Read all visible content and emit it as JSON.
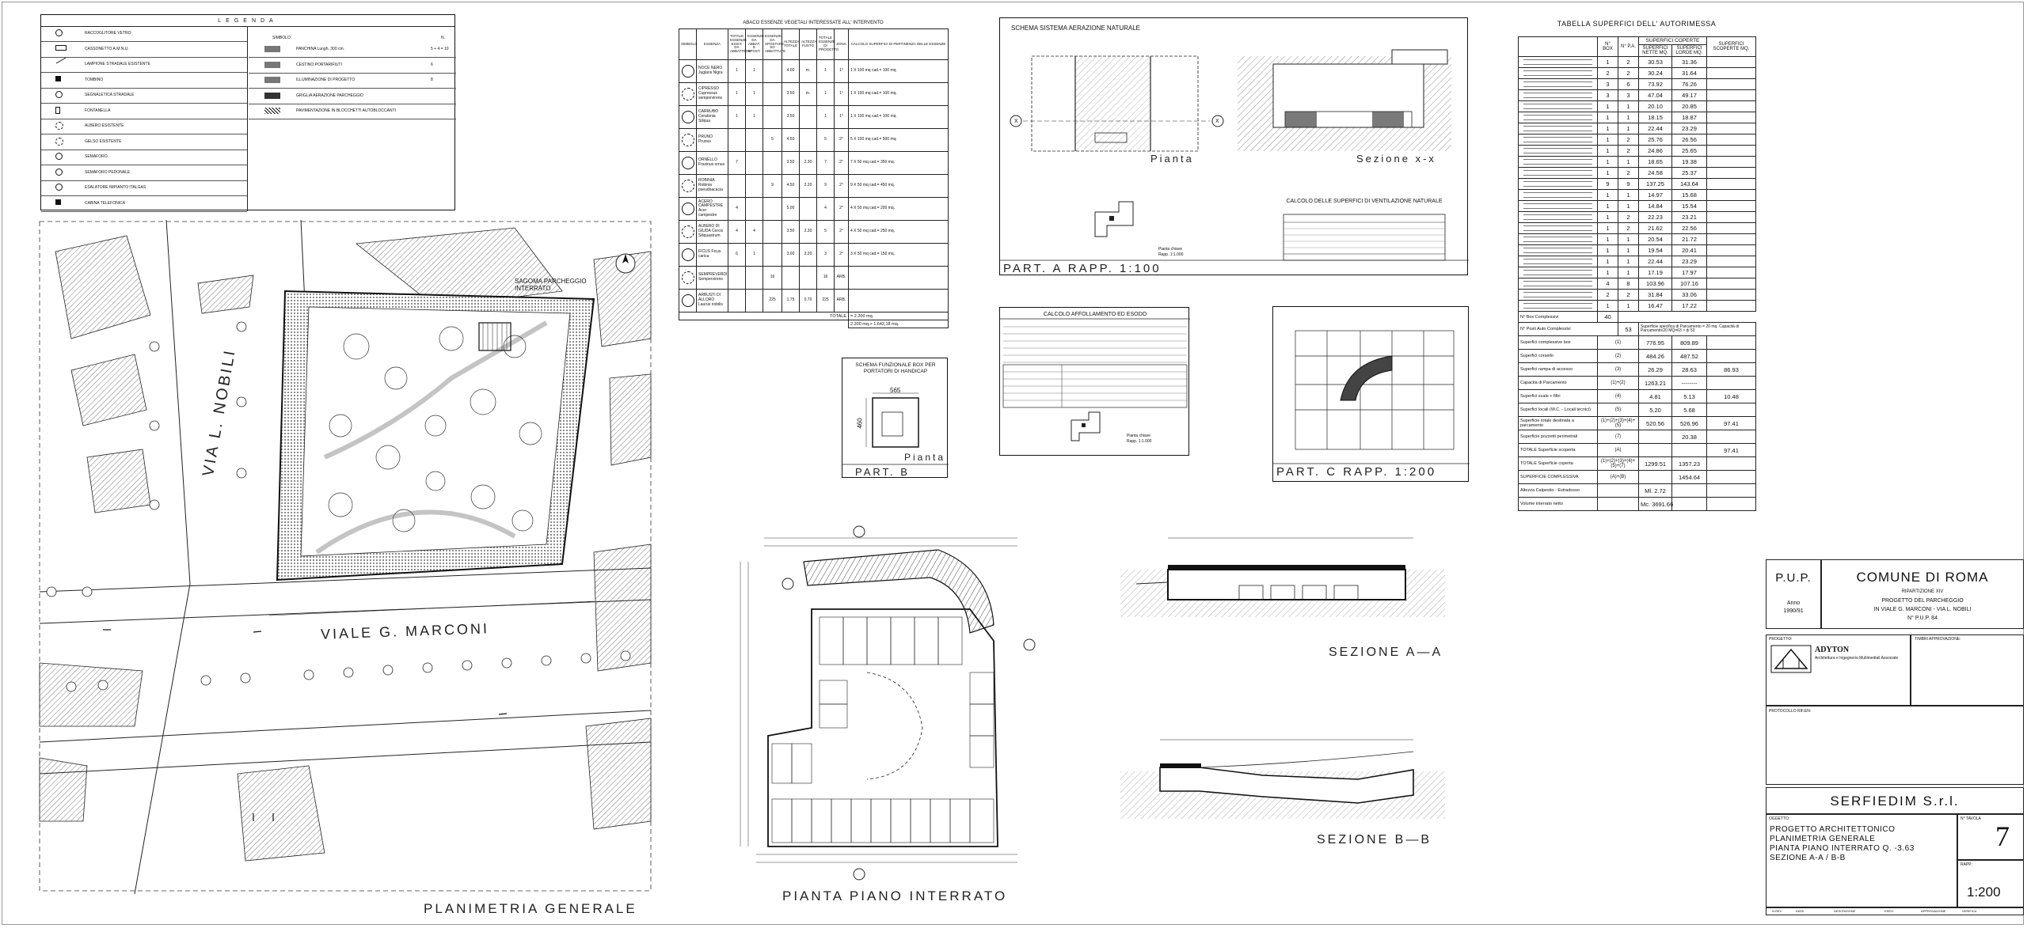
{
  "legend": {
    "title": "LEGENDA",
    "left_items": [
      {
        "icon": "circle",
        "label": "RACCOGLITORE VETRO"
      },
      {
        "icon": "rect",
        "label": "CASSONETTO A.M.N.U."
      },
      {
        "icon": "lamp",
        "label": "LAMPIONE STRADALE ESISTENTE"
      },
      {
        "icon": "square",
        "label": "TOMBINO"
      },
      {
        "icon": "sign",
        "label": "SEGNALETICA STRADALE"
      },
      {
        "icon": "fountain",
        "label": "FONTANELLA"
      },
      {
        "icon": "tree",
        "label": "ALBERO ESISTENTE"
      },
      {
        "icon": "tree",
        "label": "GELSO ESISTENTE"
      },
      {
        "icon": "circle",
        "label": "SEMAFORO"
      },
      {
        "icon": "sign",
        "label": "SEMAFORO PEDONALE"
      },
      {
        "icon": "circle",
        "label": "ESALATORE IMPIANTO ITALGAS"
      },
      {
        "icon": "square",
        "label": "CABINA TELEFONICA"
      }
    ],
    "right_header": {
      "symbol": "SIMBOLO",
      "count": "N."
    },
    "right_items": [
      {
        "label": "PANCHINA Lungh. 300 cm.",
        "count": "5 + 4 = 10"
      },
      {
        "label": "CESTINO PORTARIFIUTI",
        "count": "6"
      },
      {
        "label": "ILLUMINAZIONE DI PROGETTO",
        "count": "8"
      },
      {
        "label": "GRIGLIA AERAZIONE PARCHEGGIO",
        "count": ""
      },
      {
        "label": "PAVIMENTAZIONE IN BLOCCHETTI AUTOBLOCCANTI",
        "count": ""
      }
    ]
  },
  "abaco": {
    "title": "ABACO ESSENZE VEGETALI INTERESSATE ALL' INTERVENTO",
    "headers": [
      "SIMBOLO",
      "ESSENZA",
      "TOTALE ESSENZE ESIST. DA ABBATTERE",
      "ESSENZE DA ABBAT. E SPOST.",
      "ESSENZE DA SPOSTARE SO ABBATTUTE",
      "ALTEZZA TOTALE",
      "ALTEZZA FUSTO",
      "TOTALE ESSENZE DI PROGETTO",
      "ZONA",
      "CALCOLO SUPERFICI DI PERTINENZA DELLE ESSENZE"
    ],
    "rows": [
      [
        "",
        "NOCE NERO Juglans Nigra",
        "1",
        "1",
        "",
        "4.00",
        "m.",
        "1",
        "1°",
        "1 X 100 mq cad.= 100 mq."
      ],
      [
        "",
        "CIPRESSO Cupressus sempervirens",
        "1",
        "1",
        "",
        "3.50",
        "m.",
        "1",
        "1°",
        "1 X 100 mq cad.= 100 mq."
      ],
      [
        "",
        "CARRUBO Ceratonia Siliqua",
        "1",
        "1",
        "",
        "3.50",
        "",
        "1",
        "1°",
        "1 X 100 mq cad.= 100 mq."
      ],
      [
        "",
        "PRUNO Prunus",
        "",
        "",
        "5",
        "4.50",
        "",
        "5",
        "2°",
        "5 X 100 mq cad.= 500 mq."
      ],
      [
        "",
        "ORNELLO Fraxinus ornus",
        "7",
        "",
        "",
        "3.50",
        "2.30",
        "7",
        "2°",
        "7 X 50 mq cad.= 350 mq."
      ],
      [
        "",
        "ROBINIA Robinia pseudoacacia",
        "",
        "",
        "9",
        "4.50",
        "2.20",
        "9",
        "2°",
        "9 X 50 mq cad.= 450 mq."
      ],
      [
        "",
        "ACERO CAMPESTRE Acer campestre",
        "4",
        "",
        "",
        "5.00",
        "",
        "4",
        "2°",
        "4 X 50 mq cad.= 200 mq."
      ],
      [
        "",
        "ALBERO DI GIUDA Cercis Siliquastrum",
        "4",
        "4",
        "",
        "3.50",
        "2.30",
        "5",
        "2°",
        "4 X 50 mq cad.= 250 mq."
      ],
      [
        "",
        "FICUS Ficus carica",
        "6",
        "1",
        "",
        "3.00",
        "2.20",
        "3",
        "2°",
        "3 X 50 mq cad.= 150 mq."
      ],
      [
        "",
        "SEMPREVERDI Sempervirens",
        "",
        "",
        "16",
        "",
        "",
        "16",
        "ARB.",
        ""
      ],
      [
        "",
        "ARBUSTI DI ALLORO Laurus nobilis",
        "",
        "",
        "225",
        "1.75",
        "0.70",
        "225",
        "ARB.",
        ""
      ]
    ],
    "total_label": "TOTALE",
    "total_value": "= 2.200 mq.",
    "total_value2": "2.200 mq.> 1.642,18 mq."
  },
  "aerazione": {
    "title": "SCHEMA SISTEMA AERAZIONE NATURALE",
    "pianta_label": "Pianta",
    "sezione_label": "Sezione x-x",
    "part_label": "PART. A   RAPP. 1:100",
    "chiave_label": "Pianta chiave",
    "chiave_rapp": "Rapp. 1:1.000",
    "calcolo_title": "CALCOLO DELLE SUPERFICI DI VENTILAZIONE NATURALE",
    "x_marker": "X"
  },
  "affollamento": {
    "title": "CALCOLO AFFOLLAMENTO ED ESODO",
    "chiave_label": "Pianta chiave",
    "chiave_rapp": "Rapp. 1:1.000"
  },
  "box_handicap": {
    "title": "SCHEMA FUNZIONALE BOX PER PORTATORI DI HANDICAP",
    "dim_w": "565",
    "dim_h": "460",
    "pianta_label": "Pianta",
    "part_label": "PART. B"
  },
  "part_c": {
    "label": "PART. C   RAPP. 1:200"
  },
  "superfici": {
    "title": "TABELLA SUPERFICI DELL' AUTORIMESSA",
    "col_box": "N° BOX",
    "col_pa": "N° P.A.",
    "col_coperte": "SUPERFICI COPERTE",
    "col_netta": "SUPERFICI NETTE MQ.",
    "col_lorda": "SUPERFICI LORDE MQ.",
    "col_scoperte": "SUPERFICI SCOPERTE MQ.",
    "rows": [
      [
        "1",
        "2",
        "30.53",
        "31.36"
      ],
      [
        "2",
        "2",
        "30.24",
        "31.64"
      ],
      [
        "3",
        "6",
        "73.92",
        "76.26"
      ],
      [
        "3",
        "3",
        "47.04",
        "49.17"
      ],
      [
        "1",
        "1",
        "20.10",
        "20.85"
      ],
      [
        "1",
        "1",
        "18.15",
        "18.87"
      ],
      [
        "1",
        "1",
        "22.44",
        "23.29"
      ],
      [
        "1",
        "2",
        "25.76",
        "26.56"
      ],
      [
        "1",
        "2",
        "24.86",
        "25.65"
      ],
      [
        "1",
        "1",
        "18.65",
        "19.38"
      ],
      [
        "1",
        "2",
        "24.58",
        "25.37"
      ],
      [
        "9",
        "9",
        "137.25",
        "143.64"
      ],
      [
        "1",
        "1",
        "14.97",
        "15.68"
      ],
      [
        "1",
        "1",
        "14.84",
        "15.54"
      ],
      [
        "1",
        "2",
        "22.23",
        "23.21"
      ],
      [
        "1",
        "2",
        "21.62",
        "22.56"
      ],
      [
        "1",
        "1",
        "20.54",
        "21.72"
      ],
      [
        "1",
        "1",
        "19.54",
        "20.41"
      ],
      [
        "1",
        "1",
        "22.44",
        "23.29"
      ],
      [
        "1",
        "1",
        "17.19",
        "17.97"
      ],
      [
        "4",
        "8",
        "103.96",
        "107.16"
      ],
      [
        "2",
        "2",
        "31.84",
        "33.06"
      ],
      [
        "1",
        "1",
        "16.47",
        "17.22"
      ]
    ],
    "box_total_label": "N° Box Complessivi",
    "box_total": "40",
    "pa_total_label": "N° Posti Auto Complessivi",
    "pa_total": "53",
    "pa_note": "Superficie specifica di Parcamento = 20 mq. Capacità di Parcamento/20 MQ=63 > di 53",
    "summary": [
      {
        "label": "Superfici complessive box",
        "ref": "(1)",
        "a": "776.95",
        "b": "809.89",
        "c": ""
      },
      {
        "label": "Superfici corsello",
        "ref": "(2)",
        "a": "484.26",
        "b": "487.52",
        "c": ""
      },
      {
        "label": "Superfici rampa di accesso",
        "ref": "(3)",
        "a": "26.29",
        "b": "28.63",
        "c": "86.93"
      },
      {
        "label": "Capacità di Parcamento",
        "ref": "(1)+(2)",
        "a": "1263.21",
        "b": "--------",
        "c": ""
      },
      {
        "label": "Superfici scale + filtri",
        "ref": "(4)",
        "a": "4.81",
        "b": "5.13",
        "c": "10.48"
      },
      {
        "label": "Superfici locali (W.C. - Locali tecnici)",
        "ref": "(5)",
        "a": "5.20",
        "b": "5.68",
        "c": ""
      },
      {
        "label": "Superficie totale destinata a parcamento",
        "ref": "(1)+(2)+(3)+(4)+(5)",
        "a": "520.56",
        "b": "526.96",
        "c": "97.41"
      },
      {
        "label": "Superficie pozzetti perimetrali",
        "ref": "(7)",
        "a": "",
        "b": "20.38",
        "c": ""
      },
      {
        "label": "TOTALE Superficie scoperta",
        "ref": "(A)",
        "a": "",
        "b": "",
        "c": "97.41"
      },
      {
        "label": "TOTALE Superficie coperta",
        "ref": "(1)+(2)+(3)+(4)+(5)+(7)",
        "a": "1299.51",
        "b": "1357.23",
        "c": ""
      },
      {
        "label": "SUPERFICIE COMPLESSIVA",
        "ref": "(A)+(B)",
        "a": "",
        "b": "1454.64",
        "c": ""
      },
      {
        "label": "Altezza Calpestio - Estradosso",
        "ref": "",
        "a": "Ml. 2.72",
        "b": "",
        "c": ""
      },
      {
        "label": "Volume interrato netto",
        "ref": "",
        "a": "Mc. 3691.66",
        "b": "",
        "c": ""
      }
    ]
  },
  "plan_general": {
    "title": "PLANIMETRIA GENERALE",
    "street1": "VIALE G. MARCONI",
    "street2": "VIA L. NOBILI",
    "sagoma": "SAGOMA PARCHEGGIO INTERRATO"
  },
  "plan_interrato": {
    "title": "PIANTA PIANO INTERRATO"
  },
  "sez_aa": {
    "title": "SEZIONE A—A"
  },
  "sez_bb": {
    "title": "SEZIONE B—B"
  },
  "title_block": {
    "pup": "P.U.P.",
    "anno_label": "Anno",
    "anno": "1990/91",
    "comune": "COMUNE DI ROMA",
    "ripartizione": "RIPARTIZIONE XIV",
    "progetto": "PROGETTO DEL PARCHEGGIO",
    "indirizzo": "IN VIALE G. MARCONI - VIA L. NOBILI",
    "numero": "N° P.U.P. 84",
    "progetto_label": "PROGETTO:",
    "firm": "ADYTON",
    "firm_desc": "Architettura e Ingegneria Multimediali Associate",
    "timbri": "TIMBRI APPROVAZIONE:",
    "protocollo": "PROTOCOLLO RIF.EN:",
    "company": "SERFIEDIM S.r.l.",
    "oggetto_label": "OGGETTO:",
    "oggetto": [
      "PROGETTO ARCHITETTONICO",
      "PLANIMETRIA GENERALE",
      "PIANTA PIANO INTERRATO Q. -3.63",
      "SEZIONE A-A / B-B"
    ],
    "tavola_label": "N° TAVOLA",
    "tavola": "7",
    "rapp_label": "RAPP.:",
    "rapp": "1:200",
    "rev_headers": [
      "N.REV",
      "DATA",
      "DESCRIZIONE",
      "ESEG.",
      "APPROVAZIONE",
      "VERIFICA"
    ]
  },
  "colors": {
    "ink": "#111111",
    "hatch": "#555555",
    "gray": "#888888"
  }
}
